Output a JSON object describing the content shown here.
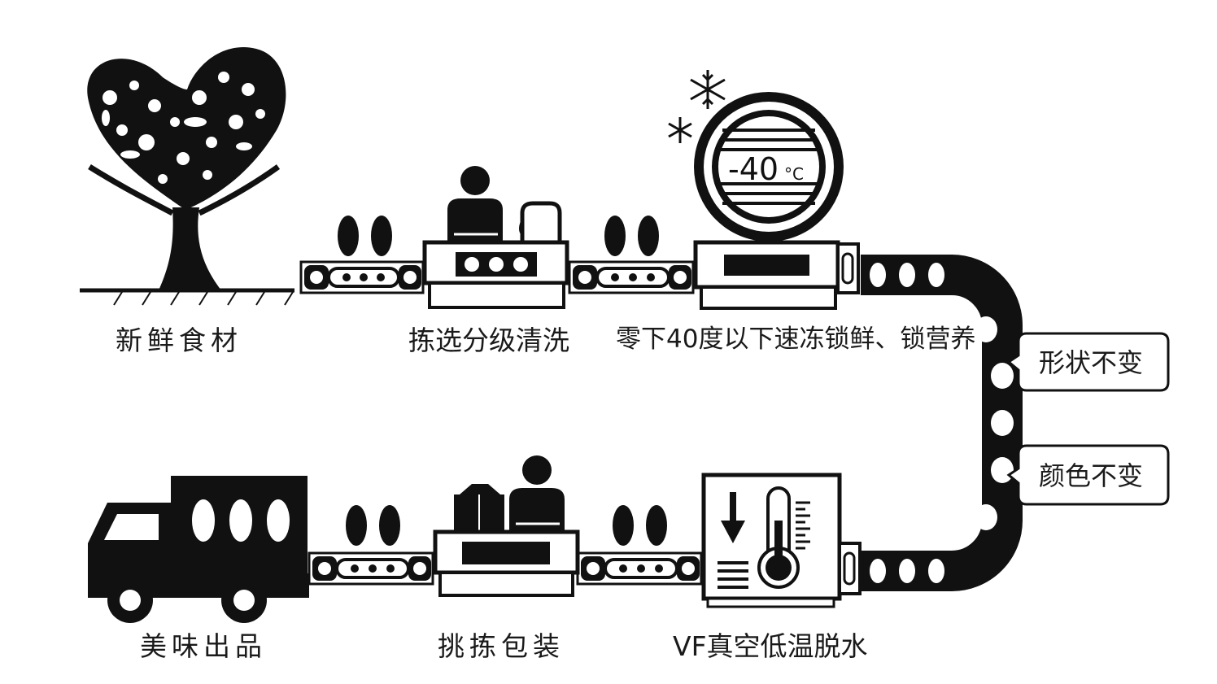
{
  "steps": {
    "fresh": "新鲜食材",
    "sort": "拣选分级清洗",
    "freeze": "零下40度以下速冻锁鲜、锁营养",
    "dry": "VF真空低温脱水",
    "pack": "挑拣包装",
    "ship": "美味出品"
  },
  "callouts": {
    "shape": "形状不变",
    "color": "颜色不变"
  },
  "freezer": {
    "temp_value": "-40",
    "temp_unit": "°C"
  },
  "icons": [
    "fruit-tree-icon",
    "worker-icon",
    "faucet-icon",
    "freezer-icon",
    "snowflake-icon",
    "dryer-icon",
    "thermometer-icon",
    "down-arrow-icon",
    "box-icon",
    "truck-icon"
  ],
  "colors": {
    "ink": "#111111",
    "background": "#ffffff"
  }
}
